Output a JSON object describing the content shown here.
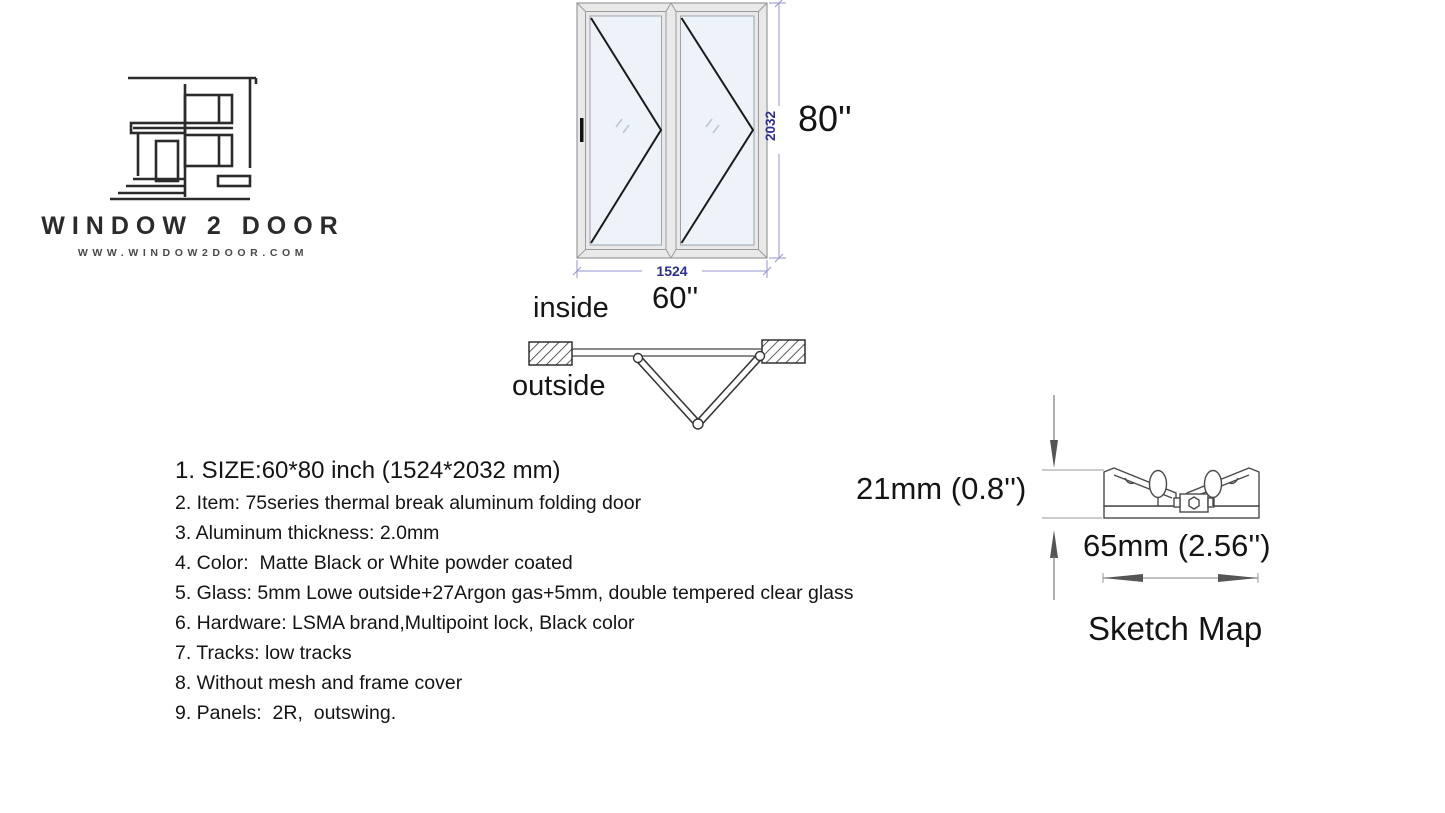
{
  "logo": {
    "brand": "WINDOW 2 DOOR",
    "website": "WWW.WINDOW2DOOR.COM"
  },
  "door_elevation": {
    "width_mm": "1524",
    "height_mm": "2032",
    "width_in": "60''",
    "height_in": "80''"
  },
  "plan_view": {
    "inside_label": "inside",
    "outside_label": "outside"
  },
  "specs": {
    "items": [
      "1. SIZE:60*80 inch (1524*2032 mm)",
      "2. Item: 75series thermal break aluminum folding door",
      "3. Aluminum thickness: 2.0mm",
      "4. Color:  Matte Black or White powder coated",
      "5. Glass: 5mm Lowe outside+27Argon gas+5mm, double tempered clear glass",
      "6. Hardware: LSMA brand,Multipoint lock, Black color",
      "7. Tracks: low tracks",
      "8. Without mesh and frame cover",
      "9. Panels:  2R,  outswing."
    ]
  },
  "sketch_map": {
    "height_label": "21mm (0.8'')",
    "width_label": "65mm (2.56'')",
    "title": "Sketch Map"
  },
  "colors": {
    "dimension_text": "#2d2d96",
    "dimension_line": "#9595cc",
    "frame_fill": "#e9e9e9",
    "frame_stroke": "#9a9a9a",
    "glass_fill": "#eef3f9",
    "drawing_line": "#1a1a1a"
  }
}
